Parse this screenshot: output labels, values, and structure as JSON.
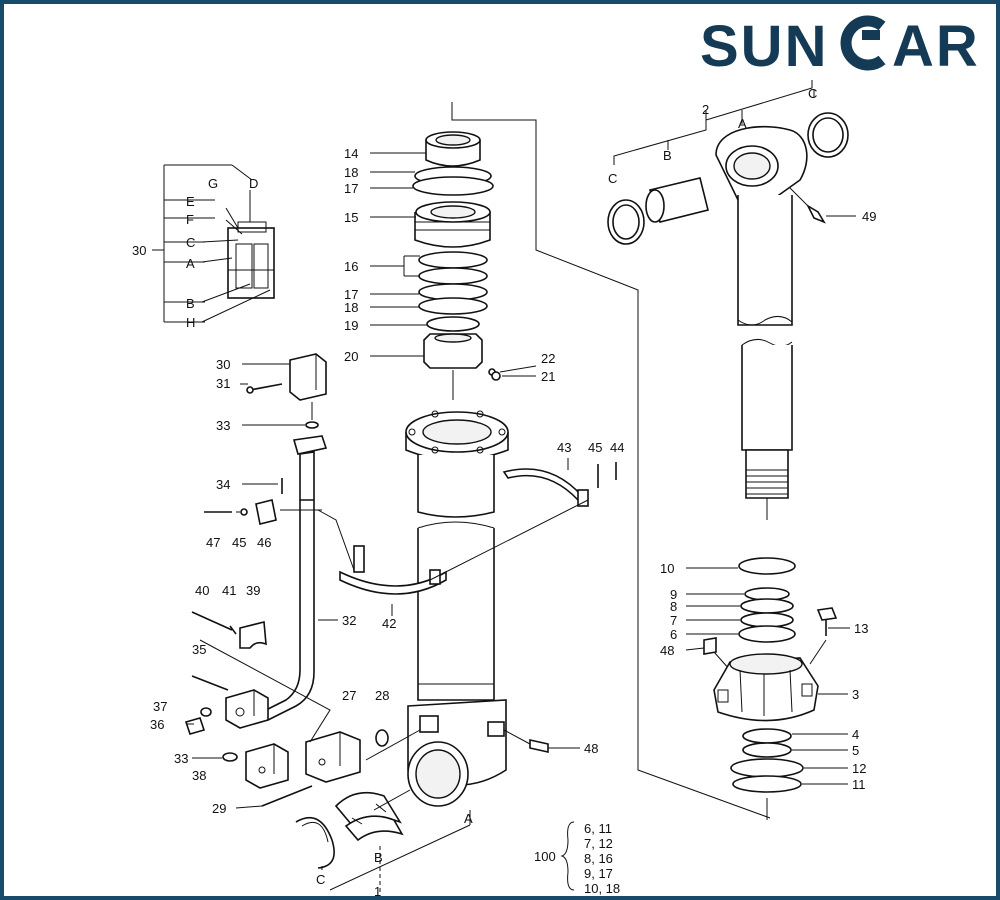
{
  "brand": {
    "name_part1": "SUN",
    "name_part2": "AR",
    "logo_color": "#143a55"
  },
  "labels": {
    "p2": "2",
    "A_top": "A",
    "B_top": "B",
    "C_left_top": "C",
    "C_right_top": "C",
    "p49": "49",
    "p30": "30",
    "G": "G",
    "D": "D",
    "E": "E",
    "F": "F",
    "C_inset": "C",
    "A_inset": "A",
    "B_inset": "B",
    "H": "H",
    "p14": "14",
    "p18a": "18",
    "p17a": "17",
    "p15": "15",
    "p16": "16",
    "p17b": "17",
    "p18b": "18",
    "p19": "19",
    "p20": "20",
    "p22": "22",
    "p21": "21",
    "p30b": "30",
    "p31": "31",
    "p33a": "33",
    "p34": "34",
    "p43": "43",
    "p45a": "45",
    "p44": "44",
    "p47": "47",
    "p45b": "45",
    "p46": "46",
    "p32": "32",
    "p42": "42",
    "p40": "40",
    "p41": "41",
    "p39": "39",
    "p35": "35",
    "p37": "37",
    "p36": "36",
    "p33b": "33",
    "p38": "38",
    "p29": "29",
    "p27": "27",
    "p28": "28",
    "p48a": "48",
    "A_bottom": "A",
    "B_bottom": "B",
    "C_bottom": "C",
    "p10": "10",
    "p9": "9",
    "p8": "8",
    "p7": "7",
    "p6": "6",
    "p48b": "48",
    "p13": "13",
    "p3": "3",
    "p4": "4",
    "p5": "5",
    "p12": "12",
    "p11": "11",
    "p1": "1"
  },
  "kit": {
    "number": "100",
    "rows": [
      "6, 11",
      "7, 12",
      "8, 16",
      "9, 17",
      "10, 18"
    ]
  }
}
